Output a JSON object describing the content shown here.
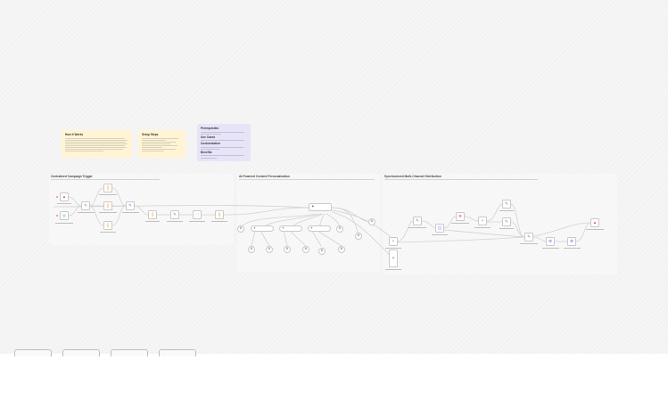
{
  "canvas": {
    "background": "#f5f5f5"
  },
  "notes": [
    {
      "id": "how-it-works",
      "title": "How it Works",
      "color": "#fff5d6",
      "lines": 10
    },
    {
      "id": "setup-steps",
      "title": "Setup Steps",
      "color": "#fff5d6",
      "lines": 9
    },
    {
      "id": "info",
      "color": "#e8e4f8",
      "sections": [
        {
          "title": "Prerequisites",
          "lines": 2
        },
        {
          "title": "Use Cases",
          "lines": 1
        },
        {
          "title": "Customization",
          "lines": 2
        },
        {
          "title": "Benefits",
          "lines": 2
        }
      ]
    }
  ],
  "sections": [
    {
      "id": "trigger",
      "title": "Centralized Campaign Trigger"
    },
    {
      "id": "ai",
      "title": "AI-Powered Content Personalization"
    },
    {
      "id": "distribution",
      "title": "Synchronized Multi-Channel Distribution"
    }
  ],
  "icons": {
    "trigger": "▲",
    "webhook": "◎",
    "set": "✎",
    "code": "{}",
    "merge": "⋔",
    "http": "◫",
    "ai": "✦",
    "tool": "⚙",
    "router": "⑂",
    "send": "➜",
    "db": "⬚"
  },
  "colors": {
    "orange": "#f0a030",
    "purple": "#6b6bd6",
    "red": "#d85a7a",
    "green": "#3cae6c",
    "blue": "#5aa9e6",
    "teal": "#3cbf9e"
  },
  "bottom_buttons": [
    "",
    "",
    "",
    ""
  ]
}
